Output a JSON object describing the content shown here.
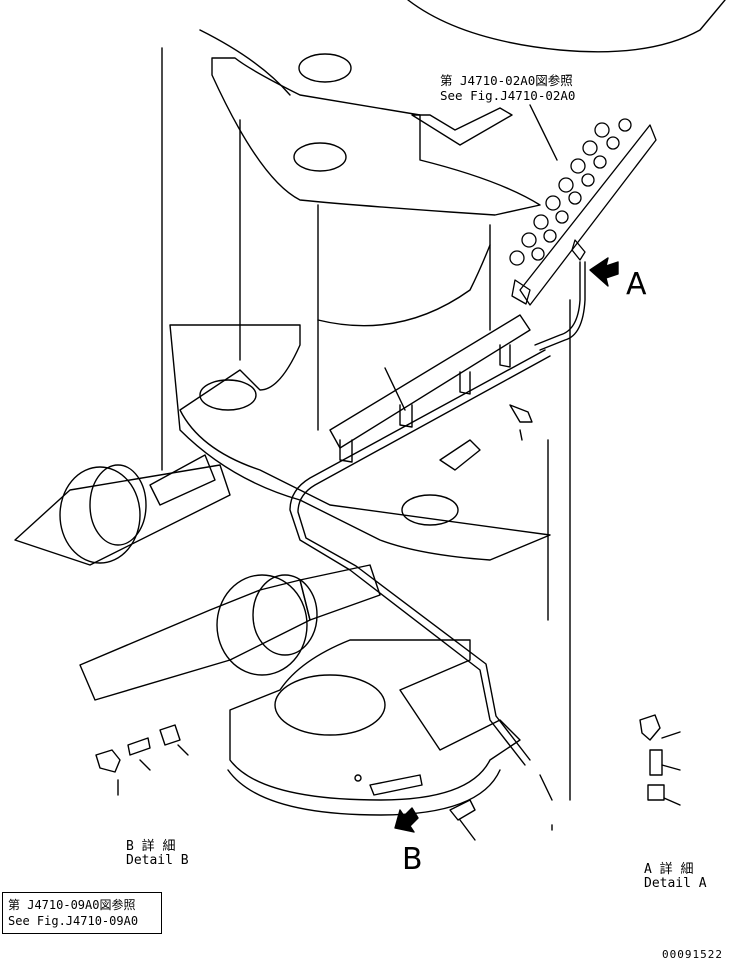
{
  "reference_top": {
    "line_ja": "第 J4710-02A0図参照",
    "line_en": "See Fig.J4710-02A0"
  },
  "reference_bottom": {
    "line_ja": "第 J4710-09A0図参照",
    "line_en": "See Fig.J4710-09A0"
  },
  "callout_a": "A",
  "callout_b": "B",
  "detail_a": {
    "ja": "A 詳 細",
    "en": "Detail A"
  },
  "detail_b": {
    "ja": "B 詳 細",
    "en": "Detail B"
  },
  "drawing_number": "00091522"
}
